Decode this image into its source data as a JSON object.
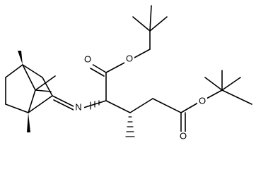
{
  "structure": {
    "atom_labels": {
      "ester1_ether_oxygen": "O",
      "ester1_carbonyl_oxygen": "O",
      "imine_nitrogen": "N",
      "ester2_ether_oxygen": "O",
      "ester2_carbonyl_oxygen": "O"
    }
  },
  "colors": {
    "bond": "#000000",
    "background": "#ffffff"
  }
}
